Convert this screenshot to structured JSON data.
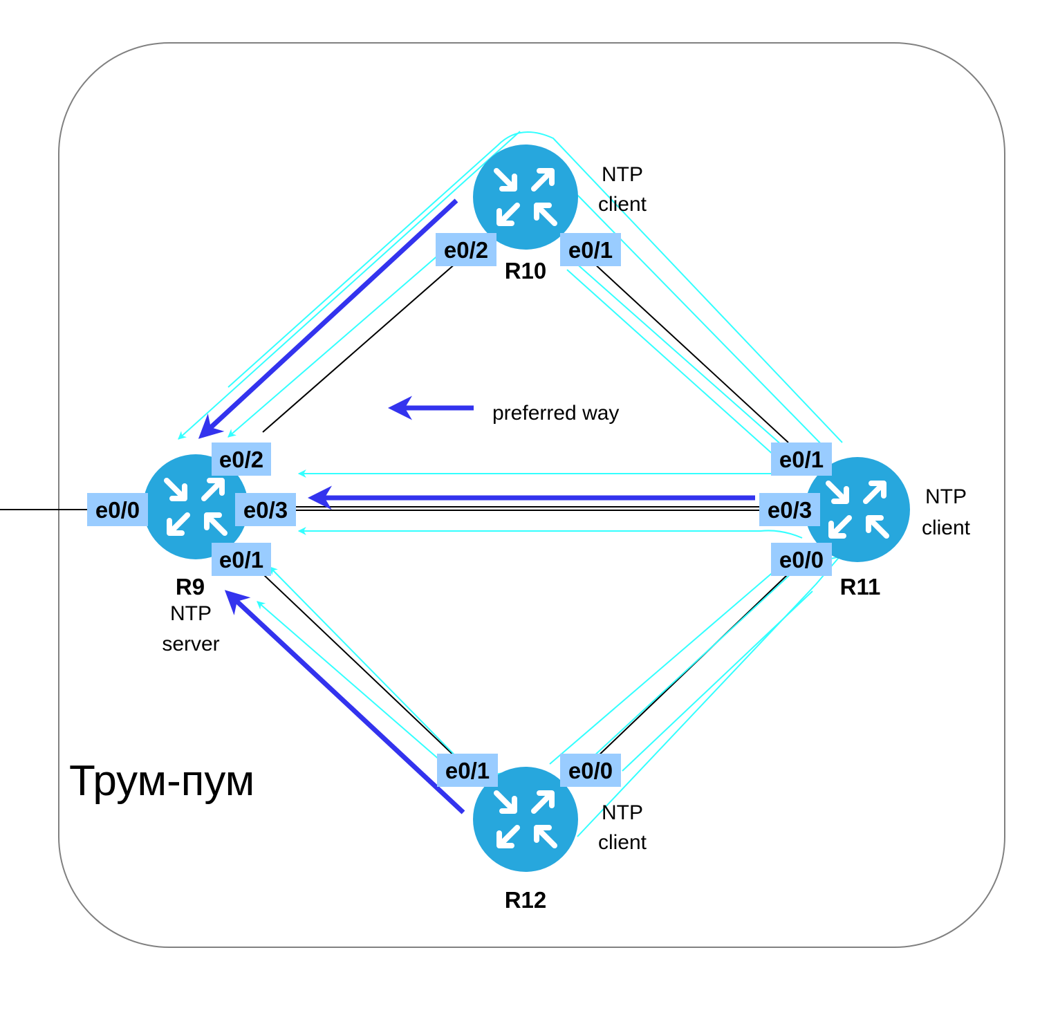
{
  "colors": {
    "router_fill": "#27a7dd",
    "port_fill": "#99ccff",
    "link": "#000000",
    "flow": "#33ffff",
    "preferred": "#3333ee",
    "area_border": "#808080"
  },
  "area": {
    "label": "Трум-пум"
  },
  "legend": {
    "label": "preferred way"
  },
  "routers": {
    "r9": {
      "name": "R9",
      "role_line1": "NTP",
      "role_line2": "server",
      "icon": "router-icon"
    },
    "r10": {
      "name": "R10",
      "role_line1": "NTP",
      "role_line2": "client",
      "icon": "router-icon"
    },
    "r11": {
      "name": "R11",
      "role_line1": "NTP",
      "role_line2": "client",
      "icon": "router-icon"
    },
    "r12": {
      "name": "R12",
      "role_line1": "NTP",
      "role_line2": "client",
      "icon": "router-icon"
    }
  },
  "ports": {
    "r9_e00": "e0/0",
    "r9_e02": "e0/2",
    "r9_e03": "e0/3",
    "r9_e01": "e0/1",
    "r10_e02": "e0/2",
    "r10_e01": "e0/1",
    "r11_e01": "e0/1",
    "r11_e03": "e0/3",
    "r11_e00": "e0/0",
    "r12_e01": "e0/1",
    "r12_e00": "e0/0"
  }
}
